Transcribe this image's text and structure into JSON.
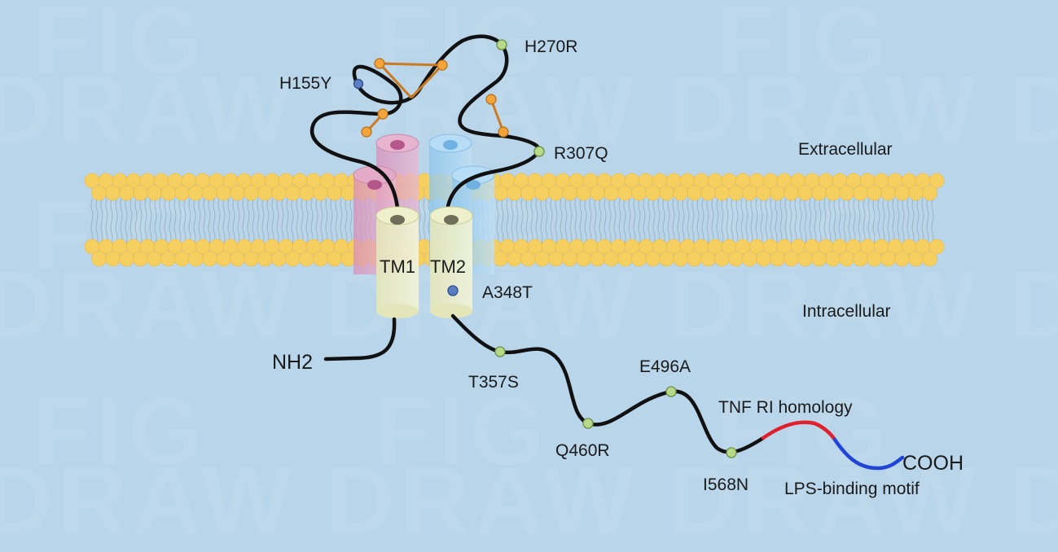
{
  "regions": {
    "extracellular": "Extracellular",
    "intracellular": "Intracellular"
  },
  "termini": {
    "n_term": "NH2",
    "c_term": "COOH"
  },
  "helices": {
    "tm1": "TM1",
    "tm2": "TM2"
  },
  "mutations": {
    "h155y": "H155Y",
    "h270r": "H270R",
    "r307q": "R307Q",
    "a348t": "A348T",
    "t357s": "T357S",
    "e496a": "E496A",
    "q460r": "Q460R",
    "i568n": "I568N"
  },
  "domains": {
    "tnf": "TNF RI homology",
    "lps": "LPS-binding motif"
  },
  "watermark": {
    "line1": "FIG",
    "line2": "DRAW"
  },
  "colors": {
    "background": "#b9d5ea",
    "lipid_head": "#f5cf5f",
    "disulfide": "#cc7a1f",
    "variant_green": "#b7d98a",
    "variant_blue": "#5b7ec2",
    "tnf_domain": "#e0202c",
    "lps_domain": "#1f44d6"
  }
}
